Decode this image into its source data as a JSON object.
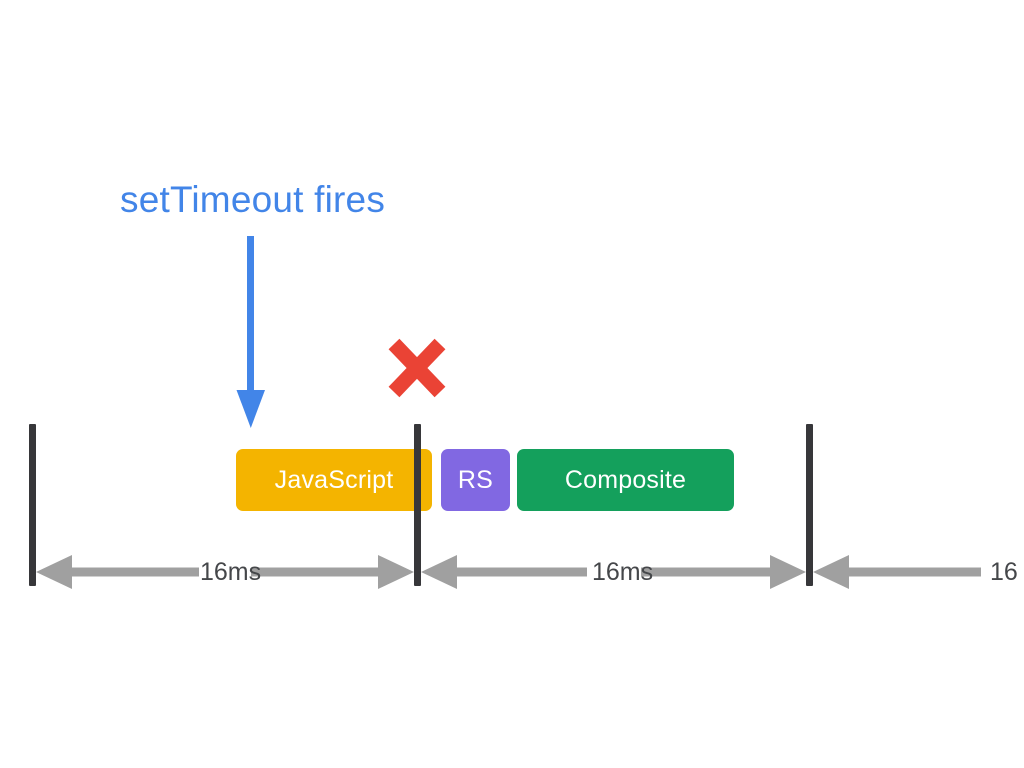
{
  "diagram": {
    "title": "setTimeout fires",
    "annotation": {
      "label": "setTimeout fires",
      "color": "#4285e8",
      "arrow_icon": "down-arrow-icon"
    },
    "status_marker": {
      "icon": "red-x-icon",
      "meaning": "missed frame deadline",
      "color": "#ea4335"
    },
    "timeline": {
      "tick_color": "#37373a",
      "ticks": [
        {
          "name": "frame-boundary-0"
        },
        {
          "name": "frame-boundary-1"
        },
        {
          "name": "frame-boundary-2"
        }
      ],
      "bars": [
        {
          "label": "JavaScript",
          "color": "#f4b400",
          "text_color": "#ffffff"
        },
        {
          "label": "RS",
          "color": "#8168e2",
          "text_color": "#ffffff"
        },
        {
          "label": "Composite",
          "color": "#14a05c",
          "text_color": "#ffffff"
        }
      ],
      "measures": [
        {
          "label": "16ms",
          "arrow": "double-headed-arrow-icon",
          "color": "#a0a0a0"
        },
        {
          "label": "16ms",
          "arrow": "double-headed-arrow-icon",
          "color": "#a0a0a0"
        },
        {
          "label": "16",
          "arrow": "left-arrow-icon",
          "color": "#a0a0a0",
          "truncated": true
        }
      ],
      "measure_label_color": "#45474a"
    },
    "background_color": "#ffffff"
  }
}
